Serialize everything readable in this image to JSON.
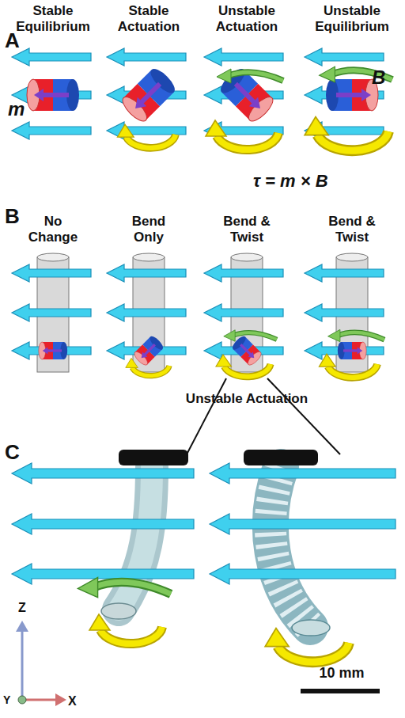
{
  "diagram": {
    "labels": [
      "A",
      "Stable Equilibrium",
      "Stable Actuation",
      "Unstable Actuation",
      "Unstable Equilibrium",
      "B",
      "m",
      "τ = m × B",
      "B",
      "No Change",
      "Bend Only",
      "Bend & Twist",
      "Bend & Twist",
      "Unstable Actuation",
      "C",
      "Z",
      "Y",
      "X",
      "10 mm"
    ]
  }
}
